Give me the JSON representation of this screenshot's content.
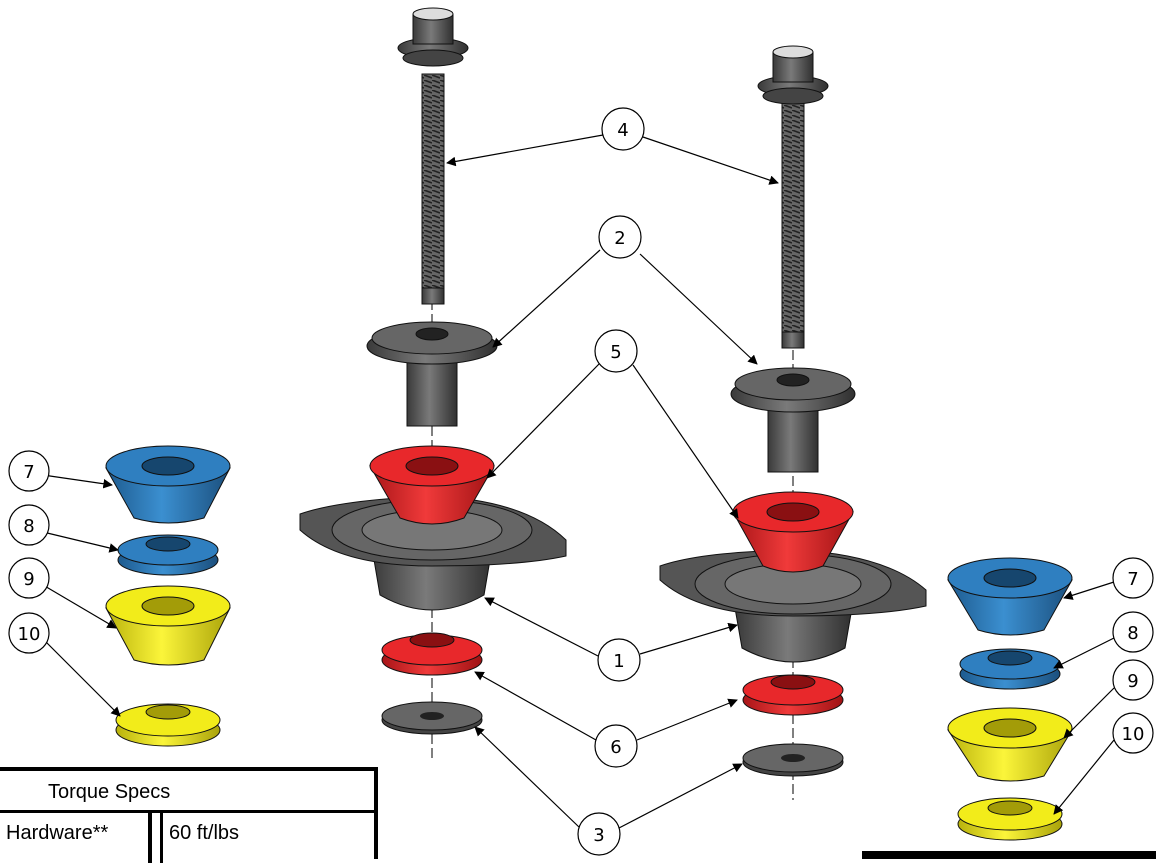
{
  "callouts": {
    "c1": "1",
    "c2": "2",
    "c3": "3",
    "c4": "4",
    "c5": "5",
    "c6": "6",
    "c7": "7",
    "c8": "8",
    "c9": "9",
    "c10": "10"
  },
  "torque_table": {
    "title": "Torque Specs",
    "rows": [
      {
        "item": "Hardware**",
        "value": "60 ft/lbs"
      }
    ]
  },
  "colors": {
    "red": "#e8282b",
    "blue": "#2f7fc0",
    "yellow": "#f2ec1a",
    "gray": "#555555"
  }
}
